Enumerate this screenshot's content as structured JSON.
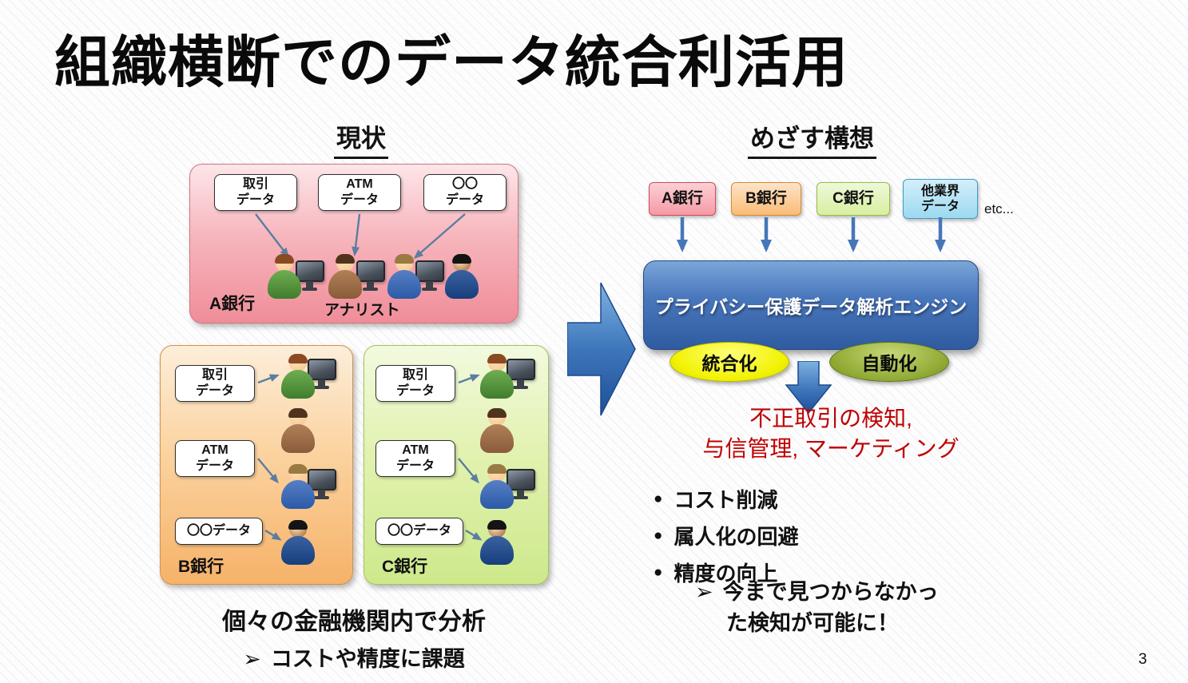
{
  "slide": {
    "title": "組織横断でのデータ統合利活用",
    "page_number": "3"
  },
  "current": {
    "heading": "現状",
    "bank_a": {
      "name": "A銀行",
      "analyst_label": "アナリスト",
      "sources": [
        {
          "line1": "取引",
          "line2": "データ"
        },
        {
          "line1": "ATM",
          "line2": "データ"
        },
        {
          "line1": "〇〇",
          "line2": "データ"
        }
      ]
    },
    "bank_b": {
      "name": "B銀行",
      "sources": [
        {
          "line1": "取引",
          "line2": "データ"
        },
        {
          "line1": "ATM",
          "line2": "データ"
        },
        {
          "line1": "〇〇データ"
        }
      ]
    },
    "bank_c": {
      "name": "C銀行",
      "sources": [
        {
          "line1": "取引",
          "line2": "データ"
        },
        {
          "line1": "ATM",
          "line2": "データ"
        },
        {
          "line1": "〇〇データ"
        }
      ]
    },
    "caption": "個々の金融機関内で分析",
    "caption_sub_marker": "➢",
    "caption_sub": "コストや精度に課題"
  },
  "target": {
    "heading": "めざす構想",
    "inputs": [
      {
        "label": "A銀行"
      },
      {
        "label": "B銀行"
      },
      {
        "label": "C銀行"
      },
      {
        "line1": "他業界",
        "line2": "データ"
      }
    ],
    "etc_label": "etc...",
    "engine_label": "プライバシー保護データ解析エンジン",
    "badges": [
      {
        "label": "統合化"
      },
      {
        "label": "自動化"
      }
    ],
    "results": [
      "不正取引の検知,",
      "与信管理, マーケティング"
    ],
    "bullet_marker": "●",
    "bullets": [
      "コスト削減",
      "属人化の回避",
      "精度の向上"
    ],
    "sub_bullet_marker": "➢",
    "sub_bullet_lines": [
      "今まで見つからなかっ",
      "た検知が可能に！"
    ]
  },
  "colors": {
    "title_text": "#0a0a0a",
    "bank_a_fill": "#f2939e",
    "bank_b_fill": "#f6b269",
    "bank_c_fill": "#cde98b",
    "other_industry_fill": "#9cd9f0",
    "engine_fill": "#3f6fb5",
    "badge_integration_fill": "#f2f204",
    "badge_automation_fill": "#8fa832",
    "result_text": "#c00000",
    "arrow_blue": "#4577b8"
  }
}
